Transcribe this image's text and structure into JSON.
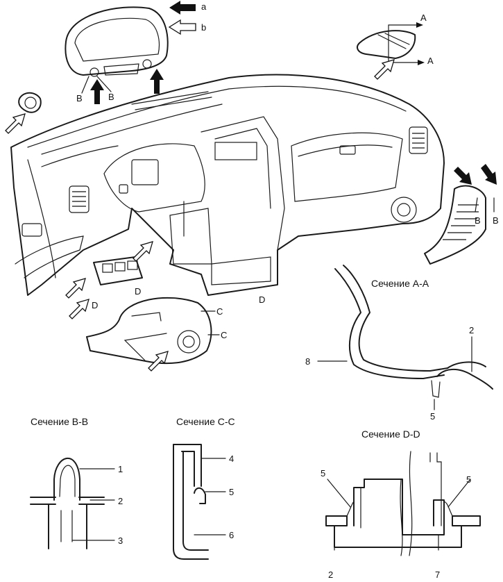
{
  "labels": {
    "a": "a",
    "b": "b",
    "A_top": "A",
    "A_bottom": "A",
    "B1": "B",
    "B2": "B",
    "B3": "B",
    "B4": "B",
    "C1": "C",
    "C2": "C",
    "D1": "D",
    "D2": "D",
    "D3": "D"
  },
  "sections": {
    "aa_title": "Сечение A-A",
    "bb_title": "Сечение B-B",
    "cc_title": "Сечение C-C",
    "dd_title": "Сечение D-D"
  },
  "callouts": {
    "aa": {
      "n8": "8",
      "n2": "2",
      "n5": "5"
    },
    "bb": {
      "n1": "1",
      "n2": "2",
      "n3": "3"
    },
    "cc": {
      "n4": "4",
      "n5": "5",
      "n6": "6"
    },
    "dd": {
      "n5_left": "5",
      "n5_right": "5",
      "n2": "2",
      "n7": "7"
    }
  }
}
